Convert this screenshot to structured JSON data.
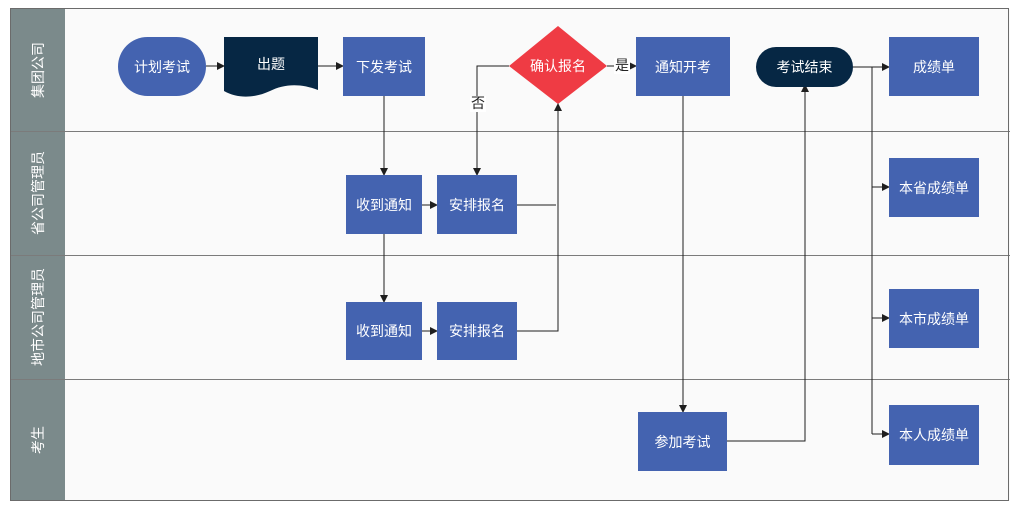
{
  "colors": {
    "node_blue": "#4463b0",
    "node_dark": "#062744",
    "decision_red": "#ef3b44",
    "lane_header": "#7b8a8b",
    "lane_bg": "#fafafa",
    "line": "#1f1f1f"
  },
  "lanes": [
    {
      "label": "集团公司"
    },
    {
      "label": "省公司管理员"
    },
    {
      "label": "地市公司管理员"
    },
    {
      "label": "考生"
    }
  ],
  "nodes": {
    "plan_exam": "计划考试",
    "make_questions": "出题",
    "issue_exam": "下发考试",
    "confirm_signup": "确认报名",
    "notify_start": "通知开考",
    "exam_end": "考试结束",
    "score_sheet": "成绩单",
    "prov_receive": "收到通知",
    "prov_arrange": "安排报名",
    "prov_scores": "本省成绩单",
    "city_receive": "收到通知",
    "city_arrange": "安排报名",
    "city_scores": "本市成绩单",
    "take_exam": "参加考试",
    "self_scores": "本人成绩单"
  },
  "edge_labels": {
    "yes": "是",
    "no": "否"
  }
}
